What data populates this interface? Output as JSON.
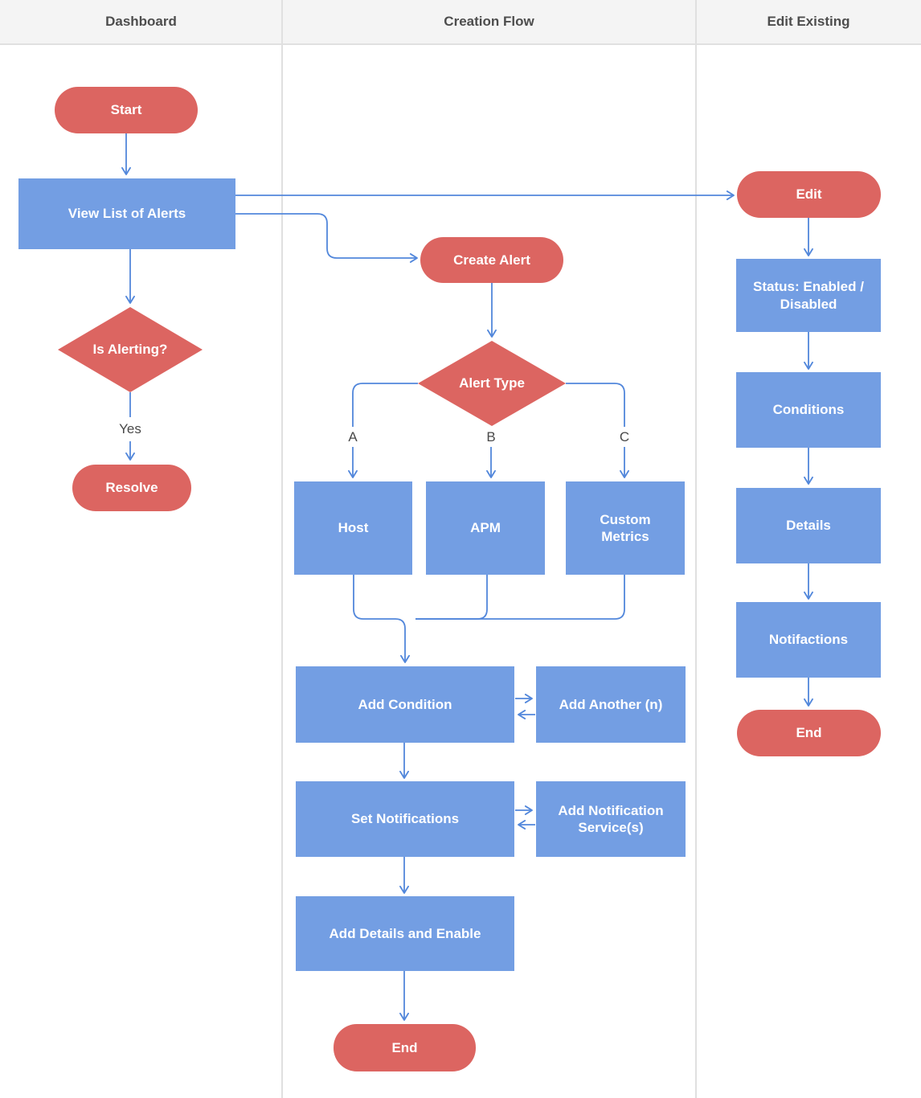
{
  "lanes": [
    {
      "label": "Dashboard"
    },
    {
      "label": "Creation Flow"
    },
    {
      "label": "Edit Existing"
    }
  ],
  "nodes": {
    "start": {
      "label": "Start",
      "shape": "terminator"
    },
    "view_list": {
      "label": "View List of Alerts",
      "shape": "process"
    },
    "is_alerting": {
      "label": "Is Alerting?",
      "shape": "decision"
    },
    "resolve": {
      "label": "Resolve",
      "shape": "terminator"
    },
    "create_alert": {
      "label": "Create Alert",
      "shape": "terminator"
    },
    "alert_type": {
      "label": "Alert Type",
      "shape": "decision"
    },
    "host": {
      "label": "Host",
      "shape": "process"
    },
    "apm": {
      "label": "APM",
      "shape": "process"
    },
    "custom_metrics": {
      "label": "Custom Metrics",
      "shape": "process"
    },
    "add_condition": {
      "label": "Add Condition",
      "shape": "process"
    },
    "add_another": {
      "label": "Add Another (n)",
      "shape": "process"
    },
    "set_notifications": {
      "label": "Set Notifications",
      "shape": "process"
    },
    "add_notification_service": {
      "label": "Add Notification Service(s)",
      "shape": "process"
    },
    "add_details": {
      "label": "Add Details and Enable",
      "shape": "process"
    },
    "end_creation": {
      "label": "End",
      "shape": "terminator"
    },
    "edit": {
      "label": "Edit",
      "shape": "terminator"
    },
    "status": {
      "label": "Status: Enabled / Disabled",
      "shape": "process"
    },
    "conditions": {
      "label": "Conditions",
      "shape": "process"
    },
    "details": {
      "label": "Details",
      "shape": "process"
    },
    "notifactions": {
      "label": "Notifactions",
      "shape": "process"
    },
    "end_edit": {
      "label": "End",
      "shape": "terminator"
    }
  },
  "edge_labels": {
    "yes": "Yes",
    "a": "A",
    "b": "B",
    "c": "C"
  },
  "colors": {
    "node_red": "#dc6561",
    "node_blue": "#739ee3",
    "connector": "#5287db",
    "edge_label_text": "#4a4a4a",
    "lane_header_bg": "#f4f4f4",
    "lane_header_text": "#4d4d4d",
    "lane_divider": "#e0e0e0",
    "canvas_bg": "#ffffff"
  }
}
